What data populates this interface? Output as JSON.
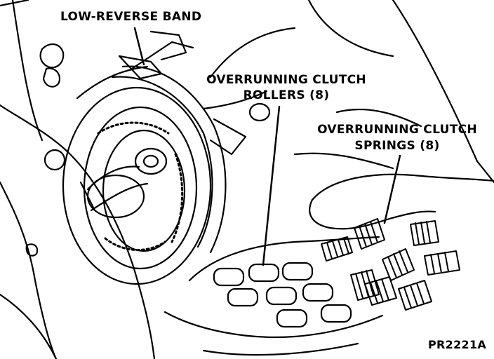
{
  "labels": {
    "low_reverse_band": "LOW-REVERSE BAND",
    "rollers_line1": "OVERRUNNING CLUTCH",
    "rollers_line2": "ROLLERS (8)",
    "springs_line1": "OVERRUNNING CLUTCH",
    "springs_line2": "SPRINGS (8)",
    "figure_id": "PR2221A"
  },
  "colors": {
    "ink": "#000000",
    "paper": "#ffffff"
  }
}
